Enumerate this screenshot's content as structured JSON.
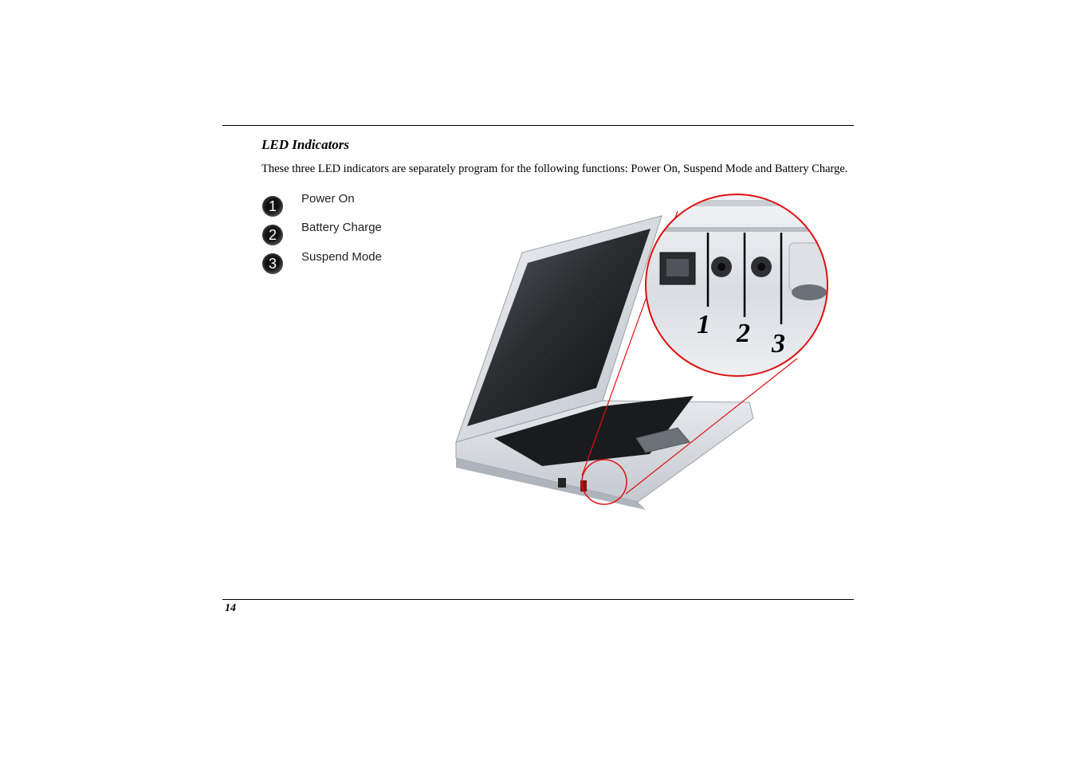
{
  "section": {
    "title": "LED Indicators",
    "body": "These three LED indicators are separately program for the following functions: Power On, Suspend Mode and Battery Charge."
  },
  "legend": [
    {
      "number": "1",
      "label": "Power On"
    },
    {
      "number": "2",
      "label": "Battery Charge"
    },
    {
      "number": "3",
      "label": "Suspend Mode"
    }
  ],
  "figure": {
    "callouts": [
      "1",
      "2",
      "3"
    ],
    "callout_color": "#e01010"
  },
  "footer": {
    "page_number": "14"
  }
}
